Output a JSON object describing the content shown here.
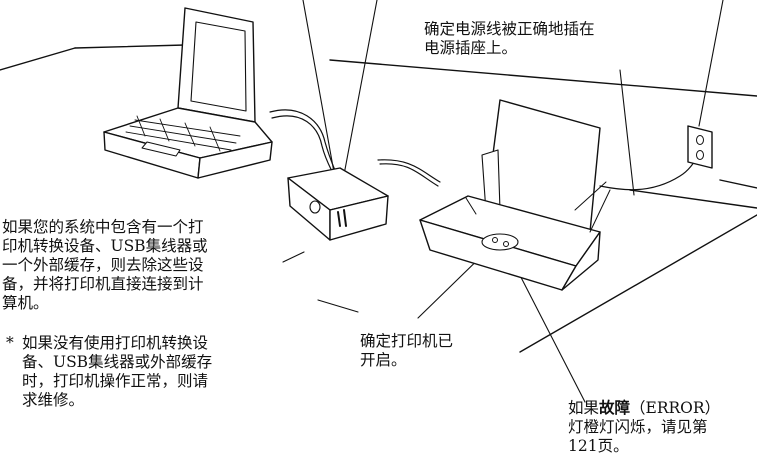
{
  "callouts": {
    "power_cord": "确定电源线被正确地插在\n电源插座上。",
    "switch_device": "如果您的系统中包含有一个打\n印机转换设备、USB集线器或\n一个外部缓存，则去除这些设\n备，并将打印机直接连接到计\n算机。",
    "switch_note_marker": "*",
    "switch_note": "如果没有使用打印机转换设\n备、USB集线器或外部缓存\n时，打印机操作正常，则请\n求维修。",
    "printer_on": "确定打印机已\n开启。",
    "error_pre": "如果",
    "error_bold": "故障",
    "error_post": "（ERROR）\n灯橙灯闪烁，请见第\n121页。"
  },
  "illustration": {
    "objects": [
      "laptop-computer",
      "printer-switch-box",
      "inkjet-printer",
      "paper-sheet",
      "wall-outlet",
      "power-cord",
      "interface-cables",
      "desk"
    ]
  }
}
